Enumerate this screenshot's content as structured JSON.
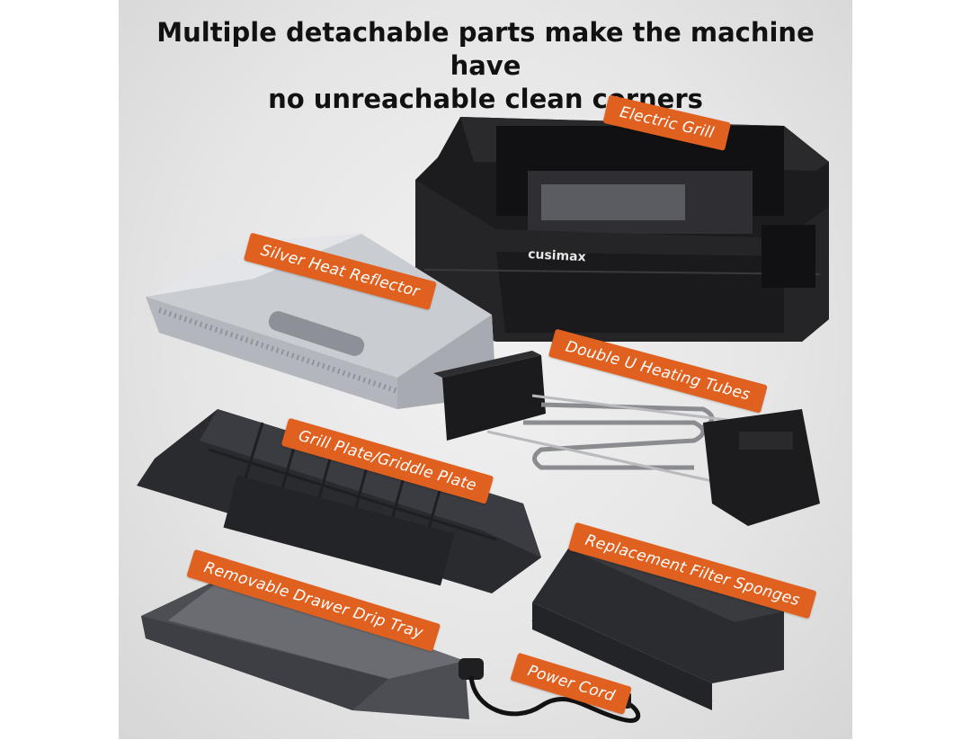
{
  "headline": {
    "line1": "Multiple detachable parts make the machine have",
    "line2": "no unreachable clean corners"
  },
  "brand_logo": "cusimax",
  "parts": {
    "electric_grill": "Electric Grill",
    "silver_heat_reflector": "Silver Heat Reflector",
    "double_u_heating_tubes": "Double U Heating Tubes",
    "grill_plate": "Grill Plate/Griddle Plate",
    "replacement_filter_sponges": "Replacement Filter Sponges",
    "drip_tray": "Removable Drawer Drip Tray",
    "power_cord": "Power Cord"
  },
  "colors": {
    "label_orange": "#e0601f",
    "grill_black": "#1c1c1e",
    "reflector_silver": "#c9ccd1"
  }
}
